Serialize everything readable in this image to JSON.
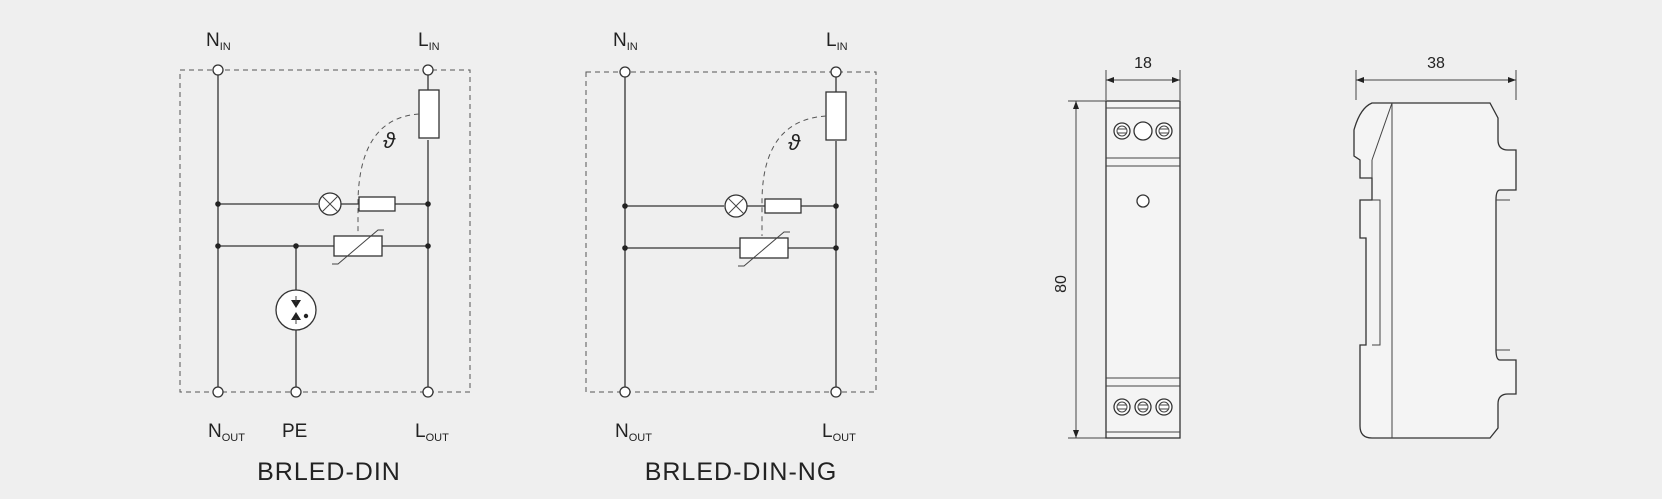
{
  "diagram_1": {
    "title": "BRLED-DIN",
    "n_in": {
      "main": "N",
      "sub": "IN"
    },
    "l_in": {
      "main": "L",
      "sub": "IN"
    },
    "n_out": {
      "main": "N",
      "sub": "OUT"
    },
    "pe": "PE",
    "l_out": {
      "main": "L",
      "sub": "OUT"
    },
    "thermal_symbol": "ϑ"
  },
  "diagram_2": {
    "title": "BRLED-DIN-NG",
    "n_in": {
      "main": "N",
      "sub": "IN"
    },
    "l_in": {
      "main": "L",
      "sub": "IN"
    },
    "n_out": {
      "main": "N",
      "sub": "OUT"
    },
    "l_out": {
      "main": "L",
      "sub": "OUT"
    },
    "thermal_symbol": "ϑ"
  },
  "front_view": {
    "width_label": "18",
    "height_label": "80"
  },
  "side_view": {
    "depth_label": "38"
  }
}
